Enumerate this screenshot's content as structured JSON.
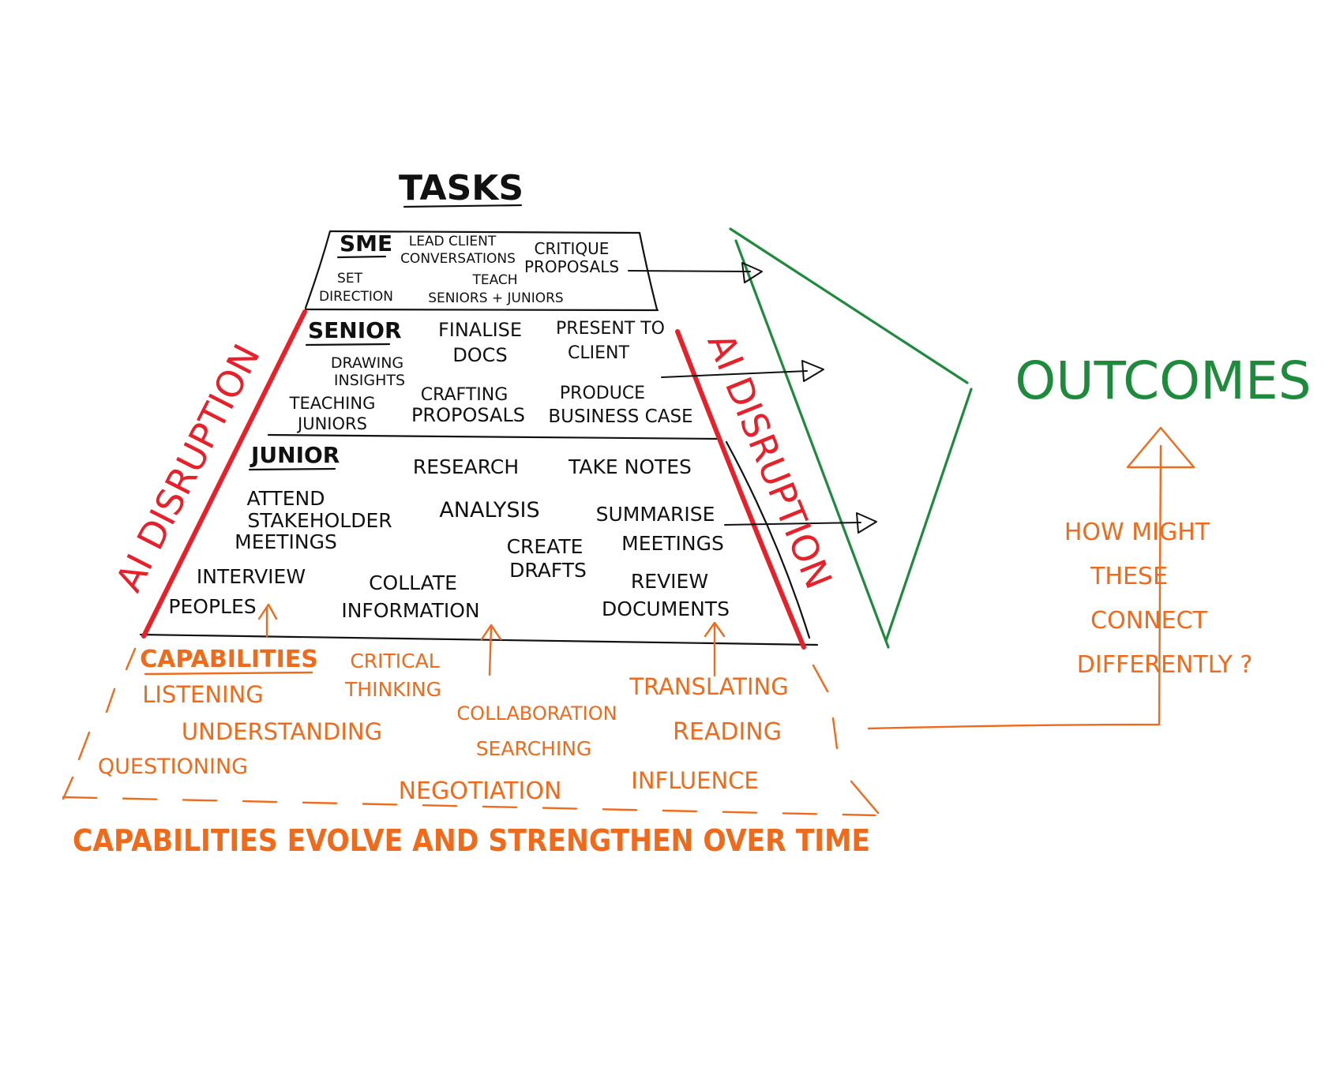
{
  "colors": {
    "black": "#111111",
    "orange": "#f06a1c",
    "red": "#e8202a",
    "green": "#1d8a3c"
  },
  "title": "TASKS",
  "tiers": {
    "sme": {
      "label": "SME",
      "tasks": [
        "LEAD CLIENT",
        "CONVERSATIONS",
        "CRITIQUE",
        "PROPOSALS",
        "SET",
        "DIRECTION",
        "TEACH",
        "SENIORS + JUNIORS"
      ]
    },
    "senior": {
      "label": "SENIOR",
      "tasks": [
        "FINALISE",
        "DOCS",
        "PRESENT TO",
        "CLIENT",
        "DRAWING",
        "INSIGHTS",
        "TEACHING",
        "JUNIORS",
        "CRAFTING",
        "PROPOSALS",
        "PRODUCE",
        "BUSINESS CASE"
      ]
    },
    "junior": {
      "label": "JUNIOR",
      "tasks": [
        "RESEARCH",
        "TAKE NOTES",
        "ATTEND",
        "STAKEHOLDER",
        "MEETINGS",
        "ANALYSIS",
        "SUMMARISE",
        "MEETINGS",
        "CREATE",
        "DRAFTS",
        "INTERVIEW",
        "PEOPLES",
        "COLLATE",
        "INFORMATION",
        "REVIEW",
        "DOCUMENTS"
      ]
    }
  },
  "disruption_label": "AI DISRUPTION",
  "capabilities": {
    "label": "CAPABILITIES",
    "items": [
      "CRITICAL",
      "THINKING",
      "TRANSLATING",
      "LISTENING",
      "COLLABORATION",
      "UNDERSTANDING",
      "READING",
      "SEARCHING",
      "QUESTIONING",
      "INFLUENCE",
      "NEGOTIATION"
    ],
    "footer": "CAPABILITIES EVOLVE AND STRENGTHEN OVER TIME"
  },
  "outcomes": {
    "label": "OUTCOMES",
    "question": [
      "HOW MIGHT",
      "THESE",
      "CONNECT",
      "DIFFERENTLY ?"
    ]
  }
}
